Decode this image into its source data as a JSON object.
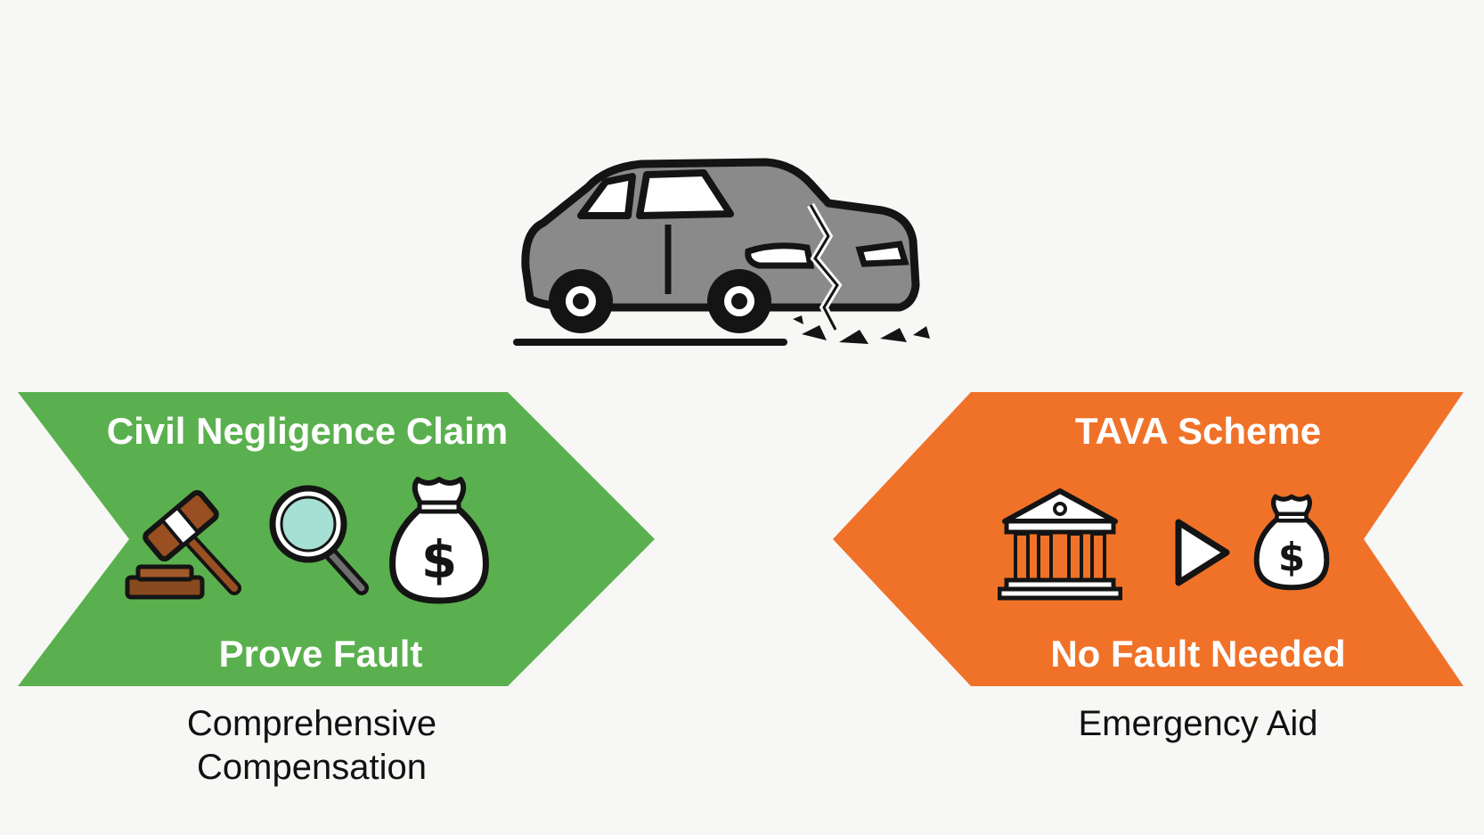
{
  "left_panel": {
    "title": "Civil Negligence Claim",
    "footer": "Prove Fault",
    "caption_line1": "Comprehensive",
    "caption_line2": "Compensation",
    "color": "#5ab04e",
    "icons": [
      "gavel-icon",
      "magnifying-glass-icon",
      "money-bag-icon"
    ]
  },
  "right_panel": {
    "title": "TAVA Scheme",
    "footer": "No Fault Needed",
    "caption": "Emergency Aid",
    "color": "#f07228",
    "icons": [
      "bank-building-icon",
      "play-arrow-icon",
      "money-bag-icon"
    ]
  },
  "center": {
    "icon": "crashed-car-icon",
    "car_color": "#8a8a8a"
  }
}
